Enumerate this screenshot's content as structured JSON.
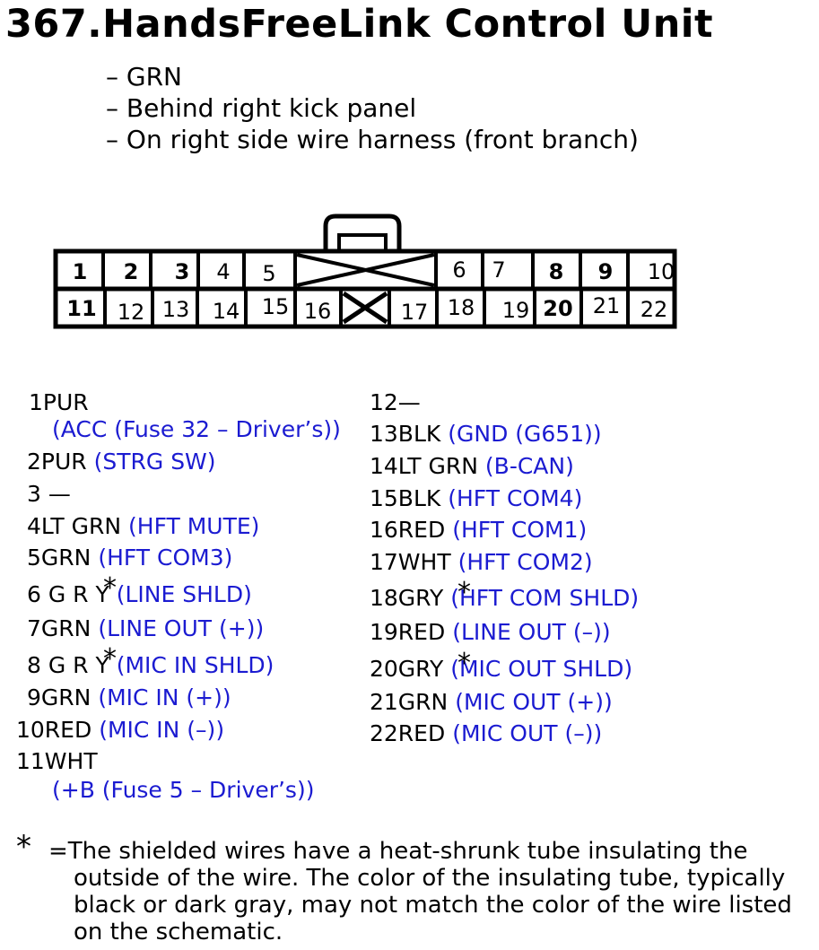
{
  "title": "367.HandsFreeLink Control Unit",
  "meta": [
    "– GRN",
    "– Behind right kick panel",
    "– On right side wire harness (front branch)"
  ],
  "connector_top": [
    "1",
    "2",
    "3",
    "4",
    "5",
    "6",
    "7",
    "8",
    "9",
    "10"
  ],
  "connector_bottom": [
    "11",
    "12",
    "13",
    "14",
    "15",
    "16",
    "17",
    "18",
    "19",
    "20",
    "21",
    "22"
  ],
  "left_pins": [
    {
      "label": "1PUR",
      "desc": ""
    },
    {
      "label": "",
      "desc": "(ACC (Fuse 32 – Driver’s))"
    },
    {
      "label": "2PUR",
      "desc": "(STRG SW)"
    },
    {
      "label": "3 —",
      "desc": ""
    },
    {
      "label": "4LT GRN",
      "desc": "(HFT MUTE)"
    },
    {
      "label": "5GRN",
      "desc": "(HFT COM3)"
    },
    {
      "label": "6 G R Y",
      "desc": "(LINE SHLD)"
    },
    {
      "label": "7GRN",
      "desc": "(LINE OUT (+))"
    },
    {
      "label": "8 G R Y",
      "desc": "(MIC IN SHLD)"
    },
    {
      "label": "9GRN",
      "desc": "(MIC IN (+))"
    },
    {
      "label": "10RED",
      "desc": "(MIC IN (–))"
    },
    {
      "label": "11WHT",
      "desc": ""
    },
    {
      "label": "",
      "desc": "(+B (Fuse 5 – Driver’s))"
    }
  ],
  "right_pins": [
    {
      "label": "12—",
      "desc": ""
    },
    {
      "label": "13BLK",
      "desc": "(GND (G651))"
    },
    {
      "label": "14LT GRN",
      "desc": "(B-CAN)"
    },
    {
      "label": "15BLK",
      "desc": "(HFT COM4)"
    },
    {
      "label": "16RED",
      "desc": "(HFT COM1)"
    },
    {
      "label": "17WHT",
      "desc": "(HFT COM2)"
    },
    {
      "label": "18GRY",
      "desc": "(HFT COM SHLD)"
    },
    {
      "label": "19RED",
      "desc": "(LINE OUT (–))"
    },
    {
      "label": "20GRY",
      "desc": "(MIC OUT SHLD)"
    },
    {
      "label": "21GRN",
      "desc": "(MIC OUT (+))"
    },
    {
      "label": "22RED",
      "desc": "(MIC OUT (–))"
    }
  ],
  "asterisk": "*",
  "note": {
    "line1": "=The shielded wires have a heat-shrunk tube insulating the",
    "rest": "outside of the wire.  The color of the insulating tube, typically black or dark gray, may not match the color of the wire listed on the schematic."
  },
  "colors": {
    "text": "#000000",
    "desc": "#1b1bd1"
  }
}
